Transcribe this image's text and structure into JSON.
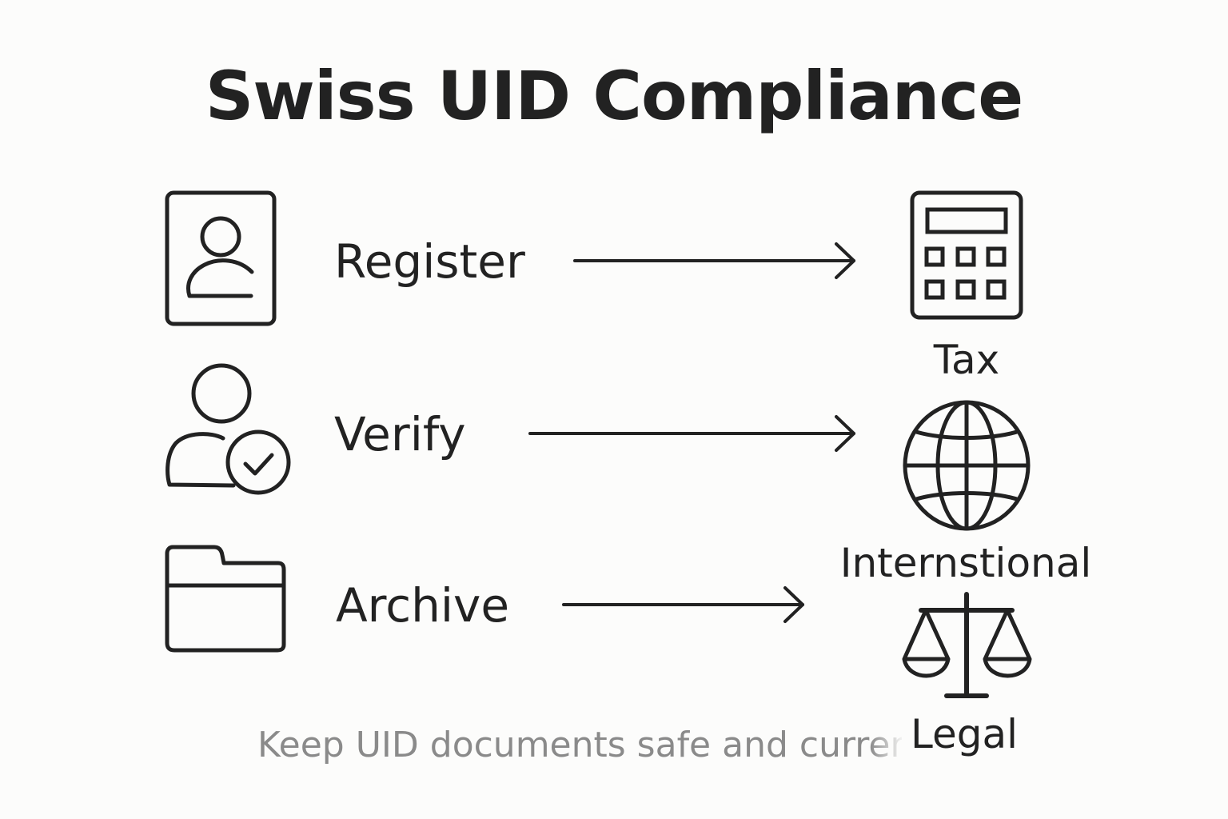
{
  "title": "Swiss UID Compliance",
  "steps": [
    {
      "label": "Register",
      "icon": "id-card-icon"
    },
    {
      "label": "Verify",
      "icon": "user-check-icon"
    },
    {
      "label": "Archive",
      "icon": "folder-icon"
    }
  ],
  "areas": [
    {
      "label": "Tax",
      "icon": "calculator-icon"
    },
    {
      "label": "Internstional",
      "icon": "globe-icon"
    },
    {
      "label": "Legal",
      "icon": "scales-icon"
    }
  ],
  "caption": "Keep UID documents safe and curren",
  "colors": {
    "background": "#fcfcfb",
    "ink": "#222222",
    "caption": "#8a8a8a"
  }
}
